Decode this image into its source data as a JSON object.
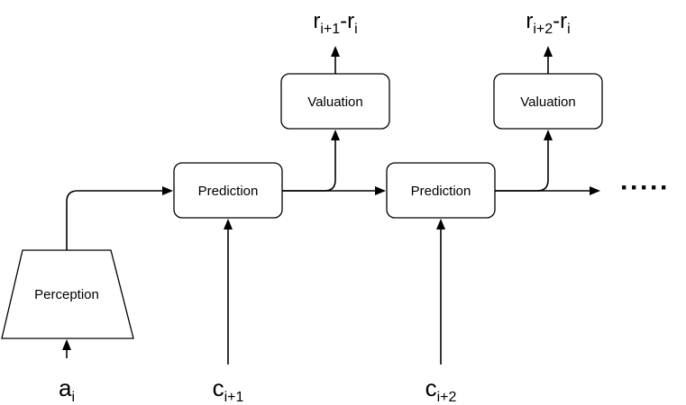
{
  "nodes": {
    "perception": "Perception",
    "prediction_1": "Prediction",
    "prediction_2": "Prediction",
    "valuation_1": "Valuation",
    "valuation_2": "Valuation"
  },
  "inputs": {
    "a": {
      "base": "a",
      "sub": "i"
    },
    "c1": {
      "base": "c",
      "sub": "i+1"
    },
    "c2": {
      "base": "c",
      "sub": "i+2"
    }
  },
  "outputs": {
    "r1": {
      "base1": "r",
      "sub1": "i+1",
      "sep": "-",
      "base2": "r",
      "sub2": "i"
    },
    "r2": {
      "base1": "r",
      "sub1": "i+2",
      "sep": "-",
      "base2": "r",
      "sub2": "i"
    }
  },
  "continuation": "·····"
}
